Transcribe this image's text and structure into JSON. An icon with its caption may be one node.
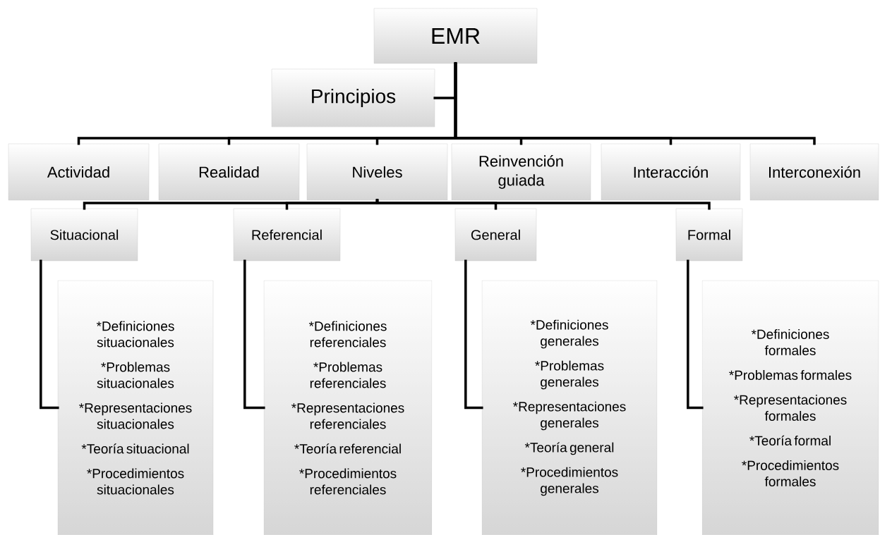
{
  "diagram": {
    "nodes": [
      {
        "text": [
          "EMR"
        ]
      },
      {
        "text": [
          "Principios"
        ]
      },
      {
        "text": [
          "Actividad"
        ]
      },
      {
        "text": [
          "Realidad"
        ]
      },
      {
        "text": [
          "Niveles"
        ]
      },
      {
        "text": [
          "Reinvención guiada"
        ]
      },
      {
        "text": [
          "Interacción"
        ]
      },
      {
        "text": [
          "Interconexión"
        ]
      },
      {
        "text": [
          "Situacional"
        ]
      },
      {
        "text": [
          "Referencial"
        ]
      },
      {
        "text": [
          "General"
        ]
      },
      {
        "text": [
          "Formal"
        ]
      },
      {
        "text": [
          "*Definiciones situacionales",
          "*Problemas situacionales",
          "*Representaciones situacionales",
          "*Teoría situacional",
          "*Procedimientos situacionales"
        ]
      },
      {
        "text": [
          "*Definiciones referenciales",
          "*Problemas referenciales",
          "*Representaciones referenciales",
          "*Teoría referencial",
          "*Procedimientos referenciales"
        ]
      },
      {
        "text": [
          "*Definiciones generales",
          "*Problemas generales",
          "*Representaciones generales",
          "*Teoría general",
          "*Procedimientos generales"
        ]
      },
      {
        "text": [
          "*Definiciones formales",
          "*Problemas formales",
          "*Representaciones formales",
          "*Teoría formal",
          "*Procedimientos formales"
        ]
      }
    ],
    "edges": [
      {
        "from": 0,
        "to": 1,
        "arrow": "none"
      },
      {
        "from": 0,
        "to": 2,
        "arrow": "none"
      },
      {
        "from": 0,
        "to": 3,
        "arrow": "none"
      },
      {
        "from": 0,
        "to": 4,
        "arrow": "none"
      },
      {
        "from": 0,
        "to": 5,
        "arrow": "none"
      },
      {
        "from": 0,
        "to": 6,
        "arrow": "none"
      },
      {
        "from": 0,
        "to": 7,
        "arrow": "none"
      },
      {
        "from": 4,
        "to": 8,
        "arrow": "none"
      },
      {
        "from": 4,
        "to": 9,
        "arrow": "none"
      },
      {
        "from": 4,
        "to": 10,
        "arrow": "none"
      },
      {
        "from": 4,
        "to": 11,
        "arrow": "none"
      },
      {
        "from": 8,
        "to": 12,
        "arrow": "none"
      },
      {
        "from": 9,
        "to": 13,
        "arrow": "none"
      },
      {
        "from": 10,
        "to": 14,
        "arrow": "none"
      },
      {
        "from": 11,
        "to": 15,
        "arrow": "none"
      }
    ]
  }
}
